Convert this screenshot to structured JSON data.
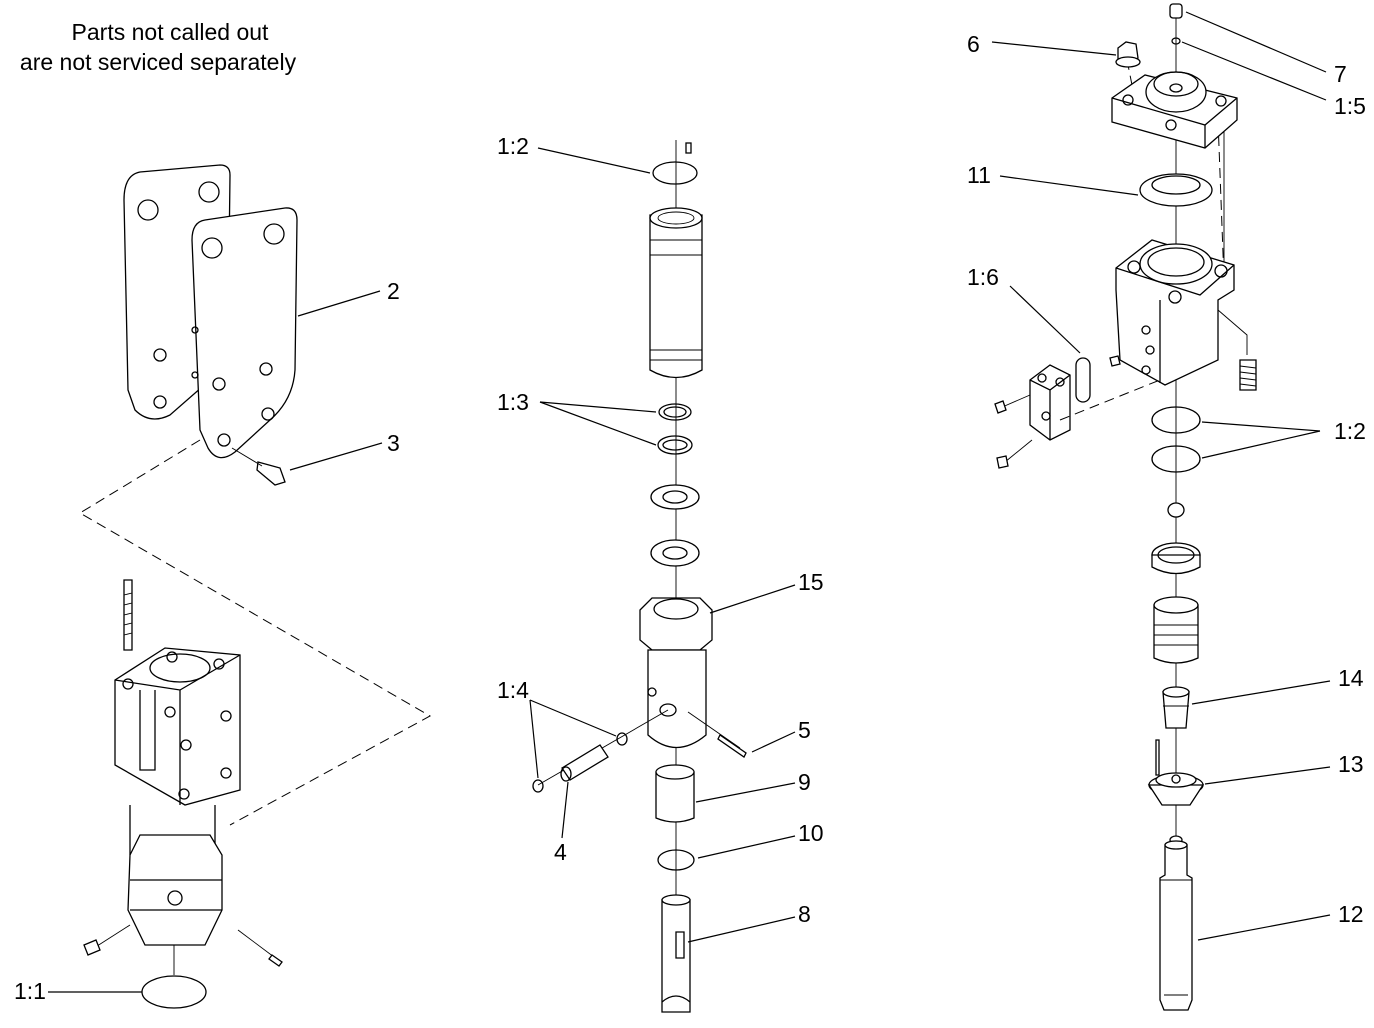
{
  "note": {
    "line1": "Parts not called out",
    "line2": "are not serviced separately"
  },
  "callouts": {
    "c_1_1": "1:1",
    "c_2": "2",
    "c_3": "3",
    "c_1_2_mid": "1:2",
    "c_1_3": "1:3",
    "c_15": "15",
    "c_1_4": "1:4",
    "c_5": "5",
    "c_4": "4",
    "c_9": "9",
    "c_10": "10",
    "c_8": "8",
    "c_6": "6",
    "c_7": "7",
    "c_1_5": "1:5",
    "c_11": "11",
    "c_1_6": "1:6",
    "c_1_2_right": "1:2",
    "c_14": "14",
    "c_13": "13",
    "c_12": "12"
  }
}
